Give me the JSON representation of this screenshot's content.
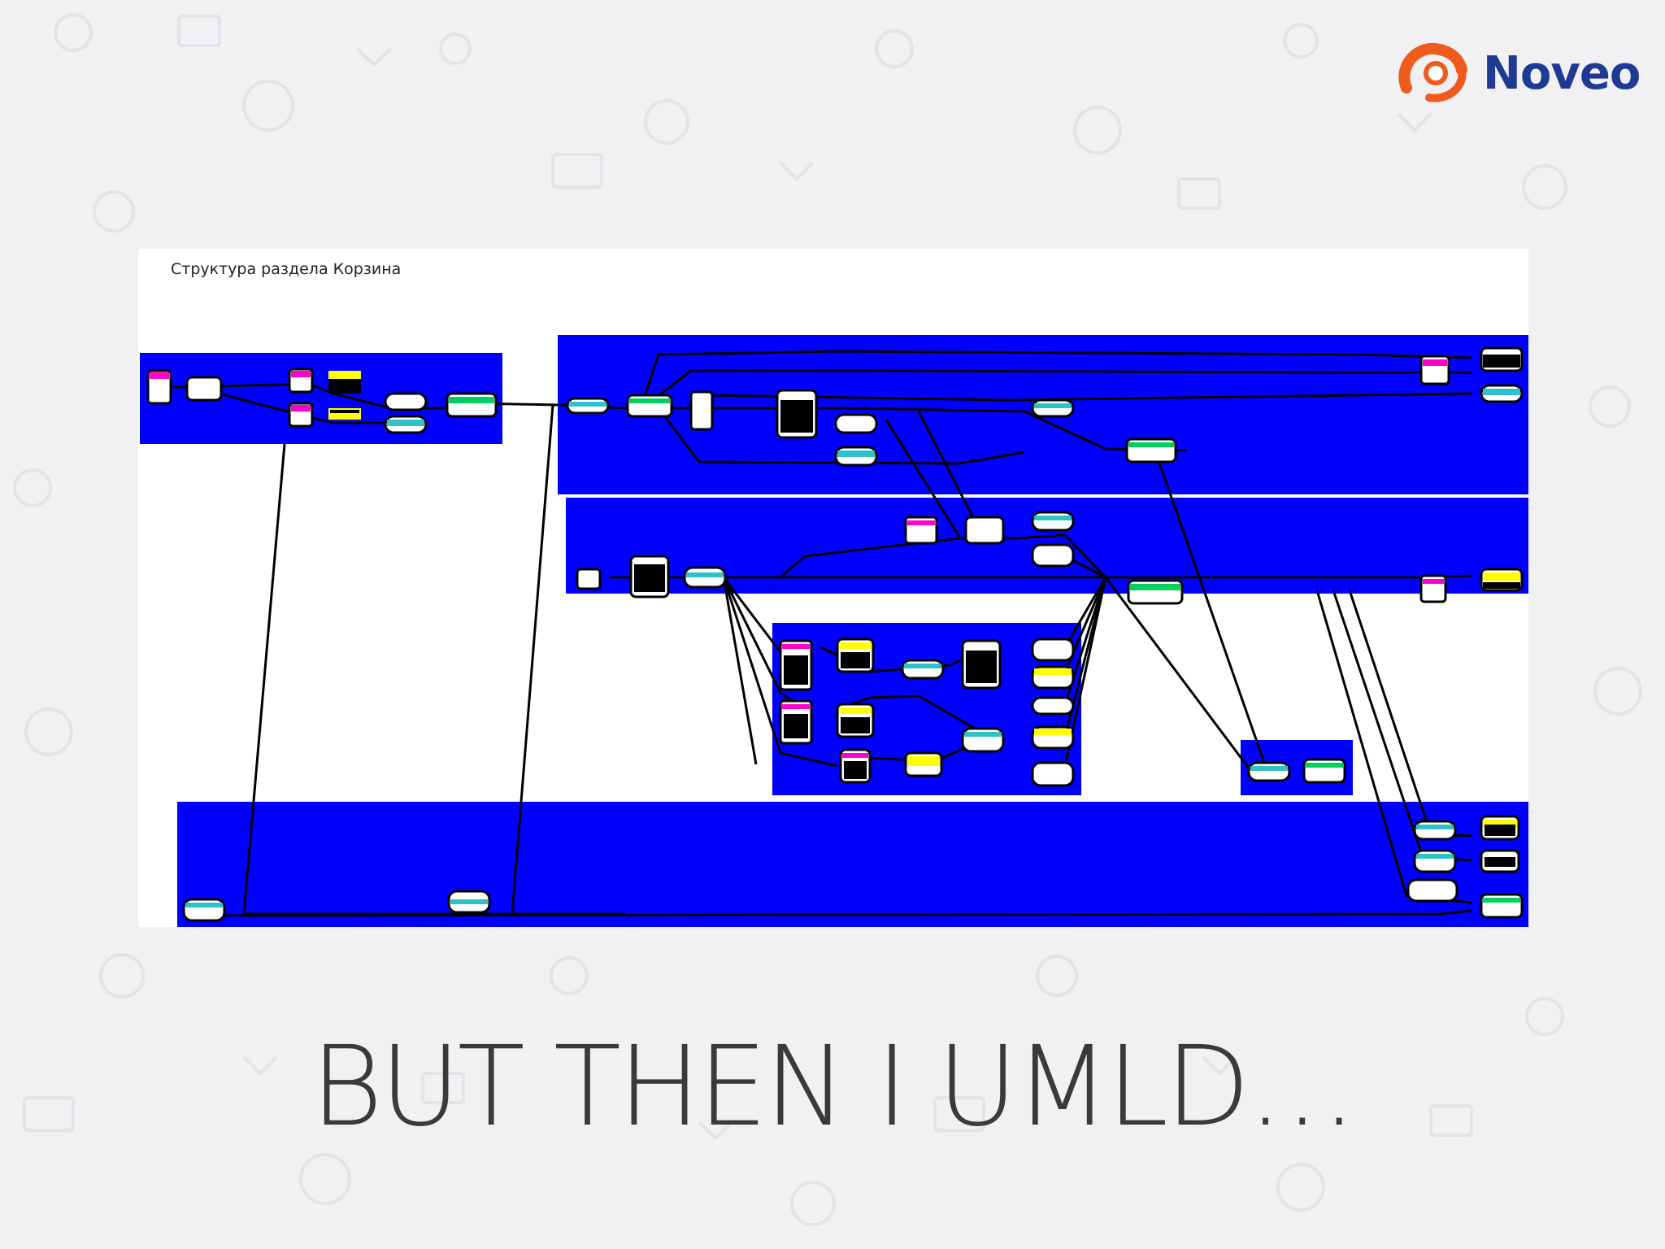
{
  "logo": {
    "text": "Noveo",
    "icon": "noveo-swirl-icon",
    "colors": {
      "orange": "#f05a1a",
      "navy": "#1f3a93"
    }
  },
  "diagram": {
    "title": "Структура раздела Корзина",
    "background": "#0000ff"
  },
  "slide": {
    "heading": "BUT THEN I UMLD…"
  }
}
